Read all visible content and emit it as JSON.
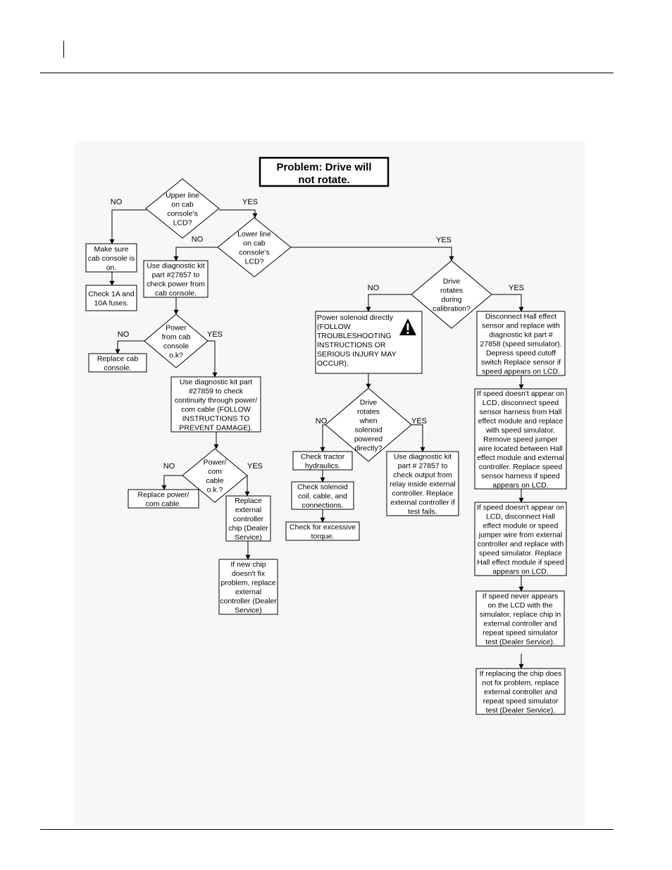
{
  "title": {
    "line1": "Problem:  Drive will",
    "line2": "not rotate."
  },
  "decisions": [
    {
      "id": "d1",
      "lines": [
        "Upper line",
        "on cab",
        "console's",
        "LCD?"
      ]
    },
    {
      "id": "d2",
      "lines": [
        "Lower line",
        "on cab",
        "console's",
        "LCD?"
      ]
    },
    {
      "id": "d3",
      "lines": [
        "Power",
        "from cab",
        "console",
        "o.k?"
      ]
    },
    {
      "id": "d4",
      "lines": [
        "Power/",
        "com",
        "cable",
        "o.k.?"
      ]
    },
    {
      "id": "d5",
      "lines": [
        "Drive",
        "rotates",
        "during",
        "calibration?"
      ]
    },
    {
      "id": "d6",
      "lines": [
        "Drive",
        "rotates",
        "when",
        "solenoid",
        "powered",
        "directly?"
      ]
    }
  ],
  "boxes": [
    {
      "id": "b1",
      "lines": [
        "Make sure",
        "cab console is",
        "on."
      ]
    },
    {
      "id": "b2",
      "lines": [
        "Check 1A and",
        "10A fuses."
      ]
    },
    {
      "id": "b3",
      "lines": [
        "Use diagnostic kit",
        "part #27857 to",
        "check power from",
        "cab console."
      ]
    },
    {
      "id": "b4",
      "lines": [
        "Replace cab",
        "console."
      ]
    },
    {
      "id": "b5",
      "lines": [
        "Use diagnostic kit part",
        "#27859 to check",
        "continuity through power/",
        "com cable (FOLLOW",
        "INSTRUCTIONS TO",
        "PREVENT DAMAGE)."
      ]
    },
    {
      "id": "b6",
      "lines": [
        "Replace power/",
        "com cable."
      ]
    },
    {
      "id": "b7",
      "lines": [
        "Replace",
        "external",
        "controller",
        "chip (Dealer",
        "Service)"
      ]
    },
    {
      "id": "b8",
      "lines": [
        "If new chip",
        "doesn't fix",
        "problem, replace",
        "external",
        "controller (Dealer",
        "Service)"
      ]
    },
    {
      "id": "b9",
      "lines": [
        "Power solenoid directly",
        "(FOLLOW",
        "TROUBLESHOOTING",
        "INSTRUCTIONS OR",
        "SERIOUS INJURY MAY",
        "OCCUR)."
      ]
    },
    {
      "id": "b10",
      "lines": [
        "Check tractor",
        "hydraulics."
      ]
    },
    {
      "id": "b11",
      "lines": [
        "Check solenoid",
        "coil, cable, and",
        "connections."
      ]
    },
    {
      "id": "b12",
      "lines": [
        "Check for excessive",
        "torque."
      ]
    },
    {
      "id": "b13",
      "lines": [
        "Use diagnostic kit",
        "part # 27857 to",
        "check output from",
        "relay inside external",
        "controller.  Replace",
        "external controller if",
        "test fails."
      ]
    },
    {
      "id": "b14",
      "lines": [
        "Disconnect Hall effect",
        "sensor and replace with",
        "diagnostic kit part #",
        "27858 (speed simulator).",
        "Depress speed cutoff",
        "switch  Replace sensor if",
        "speed appears on LCD."
      ]
    },
    {
      "id": "b15",
      "lines": [
        "If speed doesn't appear on",
        "LCD, disconnect speed",
        "sensor harness from Hall",
        "effect module and replace",
        "with speed simulator.",
        "Remove speed jumper",
        "wire located between Hall",
        "effect module and external",
        "controller.  Replace speed",
        "sensor harness if speed",
        "appears on LCD."
      ]
    },
    {
      "id": "b16",
      "lines": [
        "If speed doesn't appear on",
        "LCD, disconnect Hall",
        "effect module or speed",
        "jumper wire from external",
        "controller and replace with",
        "speed simulator.  Replace",
        "Hall effect module if speed",
        "appears on LCD."
      ]
    },
    {
      "id": "b17",
      "lines": [
        "If speed never appears",
        "on the LCD with the",
        "simulator, replace chip in",
        "external controller and",
        "repeat speed simulator",
        "test (Dealer Service)."
      ]
    },
    {
      "id": "b18",
      "lines": [
        "If replacing the chip does",
        "not fix problem, replace",
        "external controller and",
        "repeat speed simulator",
        "test (Dealer Service)."
      ]
    }
  ],
  "branch_labels": {
    "no": "NO",
    "yes": "YES"
  },
  "icons": {
    "warning": "warning-triangle-icon"
  }
}
